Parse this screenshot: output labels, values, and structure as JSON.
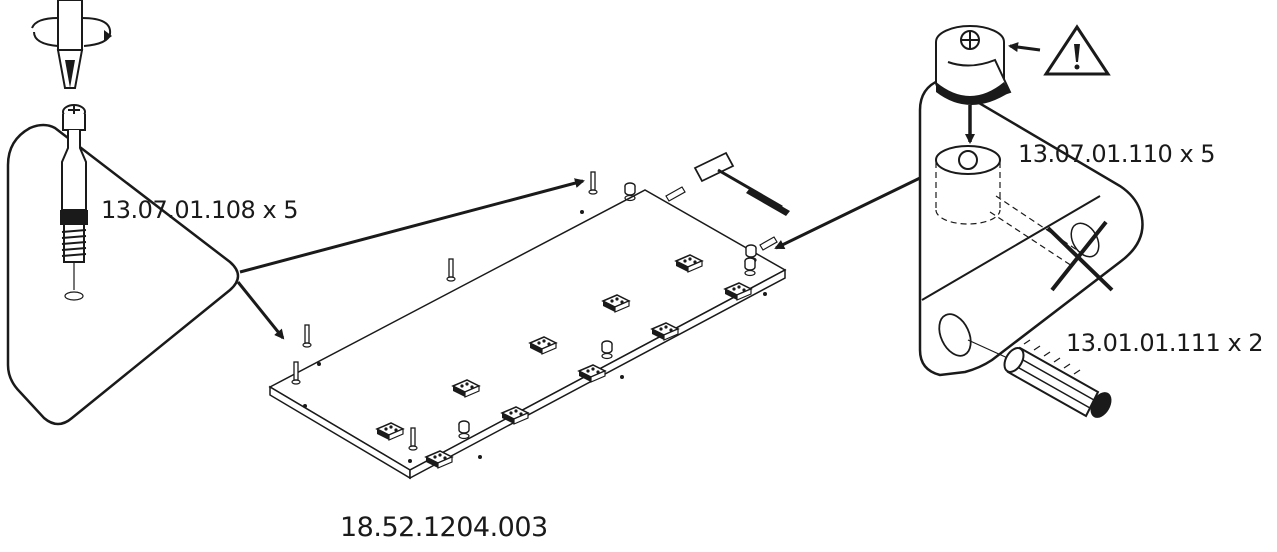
{
  "diagram": {
    "panel_part_code": "18.52.1204.003",
    "callouts": {
      "bolt": {
        "label": "13.07.01.108 x 5",
        "icon": "screw-bolt-icon"
      },
      "cam_lock": {
        "label": "13.07.01.110 x 5",
        "icon": "cam-lock-icon"
      },
      "dowel": {
        "label": "13.01.01.111 x 2",
        "icon": "wooden-dowel-icon"
      }
    },
    "icons": {
      "warning": "warning-triangle-icon",
      "tool_screwdriver": "screwdriver-icon",
      "tool_hammer": "hammer-icon",
      "prohibited": "cross-mark-icon"
    },
    "colors": {
      "line": "#1a1a1a",
      "background": "#ffffff"
    }
  }
}
